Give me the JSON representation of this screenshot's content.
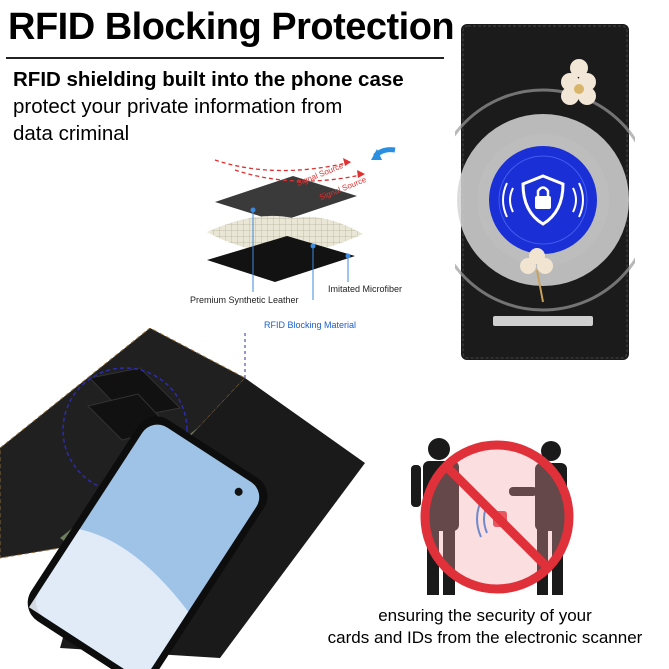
{
  "headline": {
    "title": "RFID Blocking Protection",
    "line1": "RFID shielding built into the phone case",
    "line2": "protect your private information from",
    "line3": "data criminal"
  },
  "layers": {
    "leather": "Premium Synthetic Leather",
    "microfiber": "Imitated Microfiber",
    "rfid": "RFID Blocking Material",
    "signal_1": "Signal Source",
    "signal_2": "Signal Source"
  },
  "caption": {
    "line1": "ensuring the security of your",
    "line2": "cards and IDs from the electronic scanner"
  },
  "colors": {
    "leather": "#1c1c1c",
    "shield_blue": "#1a2fd6",
    "prohibit_red": "#e0303a",
    "label_blue": "#1a5fd0"
  },
  "icons": [
    "lock-shield-icon",
    "prohibited-icon",
    "blue-arrow-icon",
    "signal-arrow-icon"
  ]
}
